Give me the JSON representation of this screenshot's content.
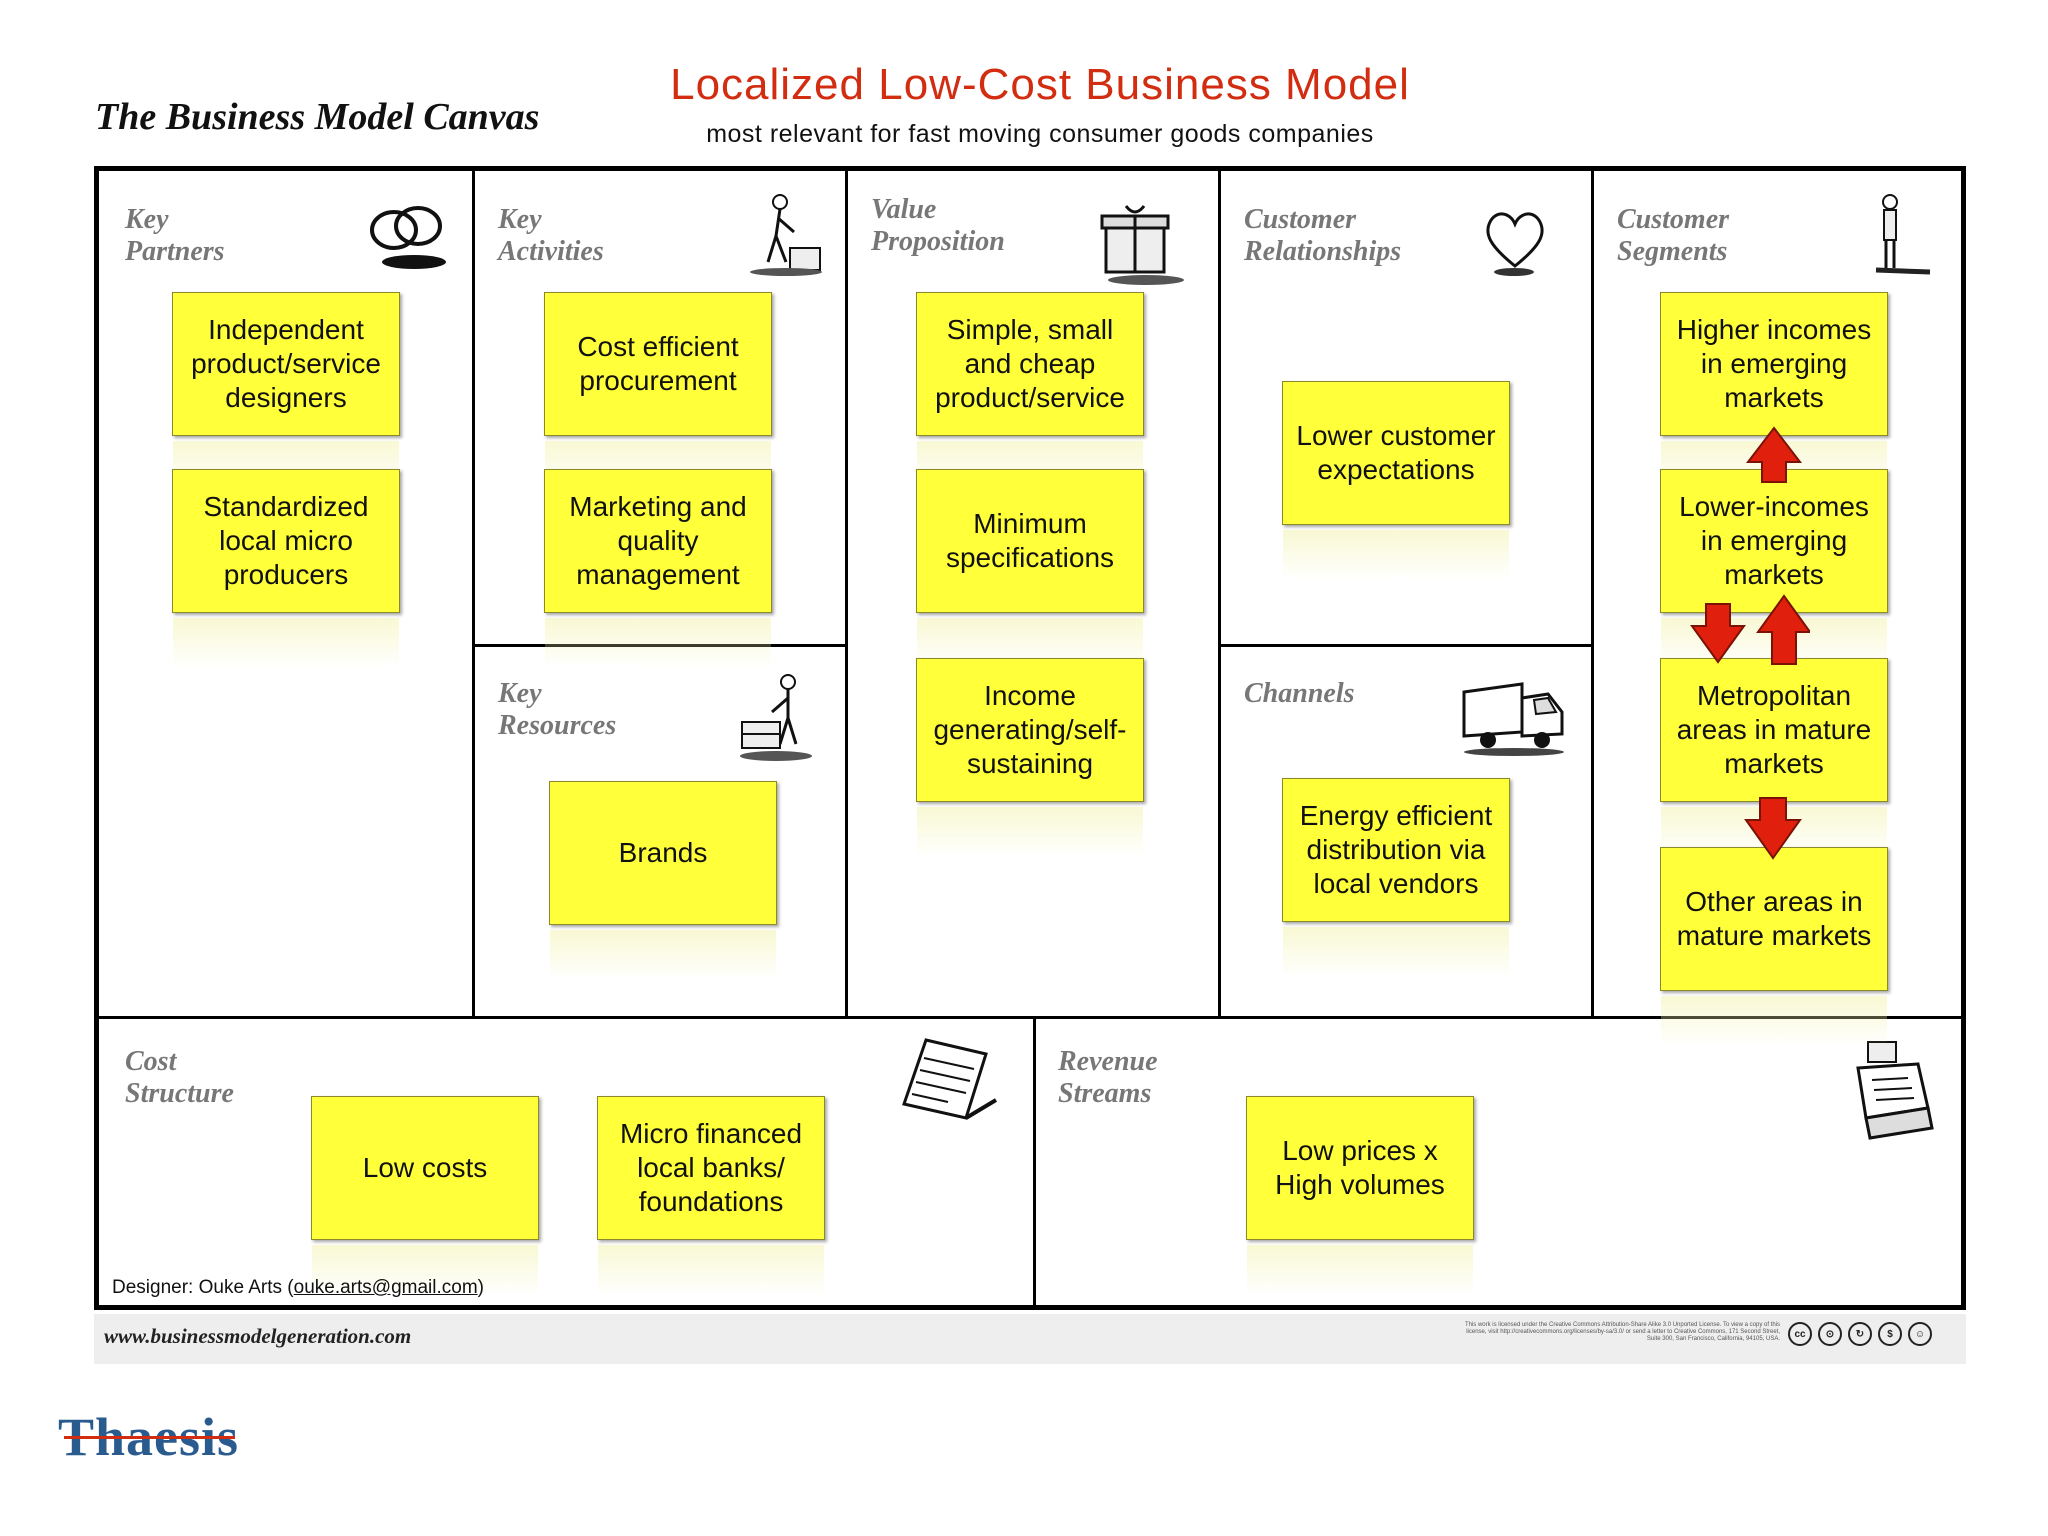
{
  "header": {
    "canvas_title": "The Business Model Canvas",
    "main_title": "Localized Low-Cost Business Model",
    "subtitle": "most relevant for fast moving consumer goods companies"
  },
  "blocks": {
    "key_partners": {
      "title": "Key\nPartners",
      "notes": [
        "Independent product/service designers",
        "Standardized local micro producers"
      ]
    },
    "key_activities": {
      "title": "Key\nActivities",
      "notes": [
        "Cost efficient procurement",
        "Marketing and quality management"
      ]
    },
    "key_resources": {
      "title": "Key\nResources",
      "notes": [
        "Brands"
      ]
    },
    "value_proposition": {
      "title": "Value\nProposition",
      "notes": [
        "Simple, small and cheap product/service",
        "Minimum specifications",
        "Income generating/self-sustaining"
      ]
    },
    "customer_relationships": {
      "title": "Customer\nRelationships",
      "notes": [
        "Lower customer expectations"
      ]
    },
    "channels": {
      "title": "Channels",
      "notes": [
        "Energy efficient distribution via local vendors"
      ]
    },
    "customer_segments": {
      "title": "Customer\nSegments",
      "notes": [
        "Higher incomes in emerging markets",
        "Lower-incomes in emerging markets",
        "Metropolitan areas in mature markets",
        "Other areas in mature markets"
      ]
    },
    "cost_structure": {
      "title": "Cost\nStructure",
      "notes": [
        "Low costs",
        "Micro financed local banks/ foundations"
      ]
    },
    "revenue_streams": {
      "title": "Revenue\nStreams",
      "notes": [
        "Low prices x High volumes"
      ]
    }
  },
  "footer": {
    "designer_prefix": "Designer: Ouke Arts (",
    "designer_email": "ouke.arts@gmail.com",
    "designer_suffix": ")",
    "url": "www.businessmodelgeneration.com",
    "license": "This work is licensed under the Creative Commons Attribution-Share Alike 3.0 Unported License. To view a copy of this license, visit http://creativecommons.org/licenses/by-sa/3.0/ or send a letter to Creative Commons, 171 Second Street, Suite 300, San Francisco, California, 94105, USA.",
    "brand": "Thaesis"
  },
  "colors": {
    "note": "#ffff3a",
    "title_red": "#d22d10",
    "arrow_red": "#e0200c",
    "block_title_gray": "#777777"
  },
  "icons": [
    "rings-icon",
    "worker-icon",
    "gift-icon",
    "heart-icon",
    "person-icon",
    "resources-worker-icon",
    "truck-icon",
    "receipt-icon",
    "cash-register-icon"
  ]
}
